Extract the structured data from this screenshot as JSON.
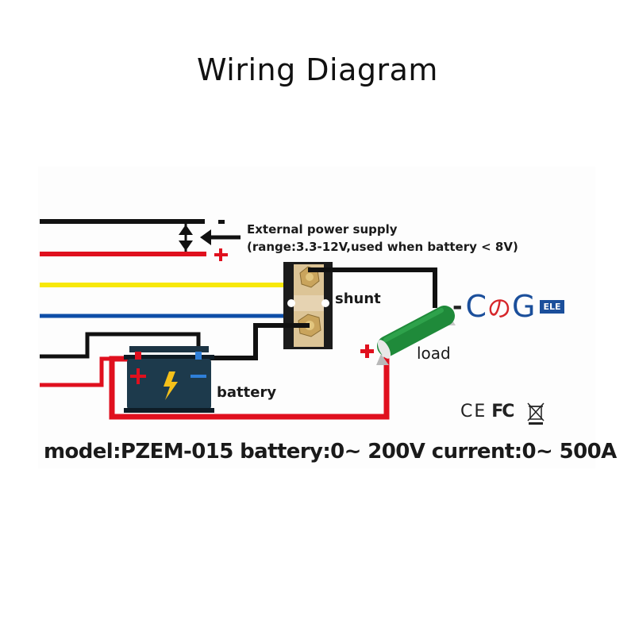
{
  "title": "Wiring Diagram",
  "external_supply": {
    "line1": "External power supply",
    "line2": "(range:3.3-12V,used when battery < 8V)",
    "minus_sign": "-",
    "plus_sign": "+"
  },
  "labels": {
    "shunt": "shunt",
    "load": "load",
    "battery": "battery",
    "load_plus": "+",
    "load_minus": "-",
    "battery_plus": "+",
    "battery_minus": "-"
  },
  "brand": {
    "c": "C",
    "no": "の",
    "g": "G",
    "ele": "ELE"
  },
  "certifications": {
    "ce": "CE",
    "fc": "FC",
    "weee": "weee-bin-icon"
  },
  "spec_line": "model:PZEM-015 battery:0~ 200V current:0~ 500A",
  "colors": {
    "wire_black": "#111111",
    "wire_red": "#e0101e",
    "wire_yellow": "#f7e80a",
    "wire_blue": "#0e4ea8",
    "brand_blue": "#1b4f9b",
    "brand_red": "#d6262a",
    "resistor_green": "#1f8a3a",
    "battery_body": "#1d3a4c",
    "shunt_brass": "#d9c08a"
  }
}
